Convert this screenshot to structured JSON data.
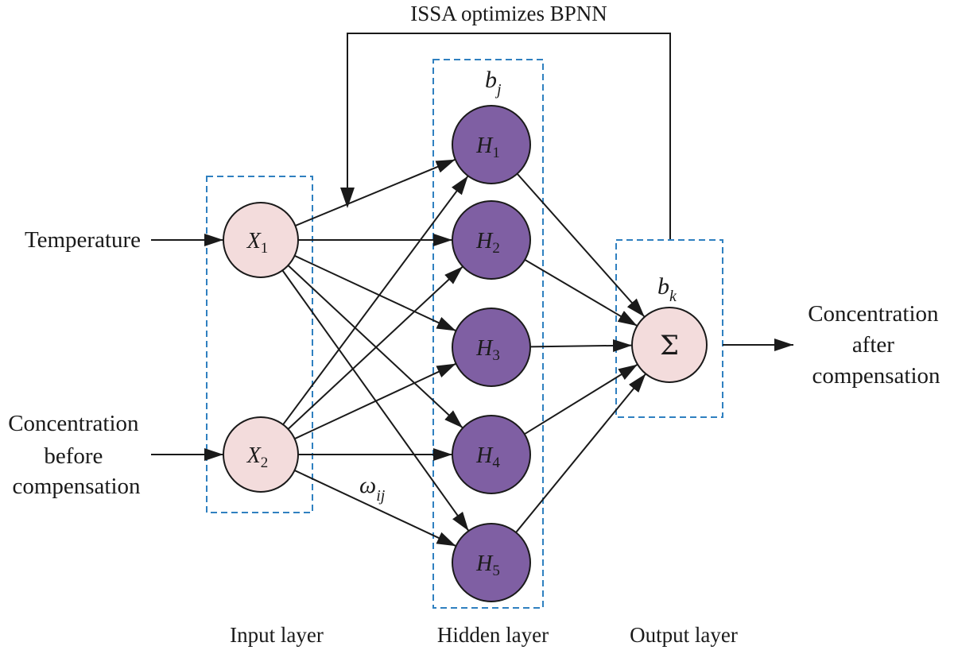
{
  "feedback_label": "ISSA optimizes BPNN",
  "inputs": [
    {
      "label_lines": [
        "Temperature"
      ]
    },
    {
      "label_lines": [
        "Concentration",
        "before",
        "compensation"
      ]
    }
  ],
  "output_label_lines": [
    "Concentration",
    "after",
    "compensation"
  ],
  "input_nodes": [
    {
      "var": "X",
      "sub": "1"
    },
    {
      "var": "X",
      "sub": "2"
    }
  ],
  "hidden_nodes": [
    {
      "var": "H",
      "sub": "1"
    },
    {
      "var": "H",
      "sub": "2"
    },
    {
      "var": "H",
      "sub": "3"
    },
    {
      "var": "H",
      "sub": "4"
    },
    {
      "var": "H",
      "sub": "5"
    }
  ],
  "output_node": {
    "symbol": "Σ"
  },
  "hidden_bias": {
    "var": "b",
    "sub": "j"
  },
  "output_bias": {
    "var": "b",
    "sub": "k"
  },
  "weight_label": {
    "var": "ω",
    "sub": "ij"
  },
  "layer_labels": {
    "input": "Input layer",
    "hidden": "Hidden layer",
    "output": "Output layer"
  },
  "colors": {
    "input_fill": "#f3dcdc",
    "hidden_fill": "#7f5fa3",
    "output_fill": "#f3dcdc",
    "box_stroke": "#2f80c0",
    "line": "#1a1a1a"
  }
}
